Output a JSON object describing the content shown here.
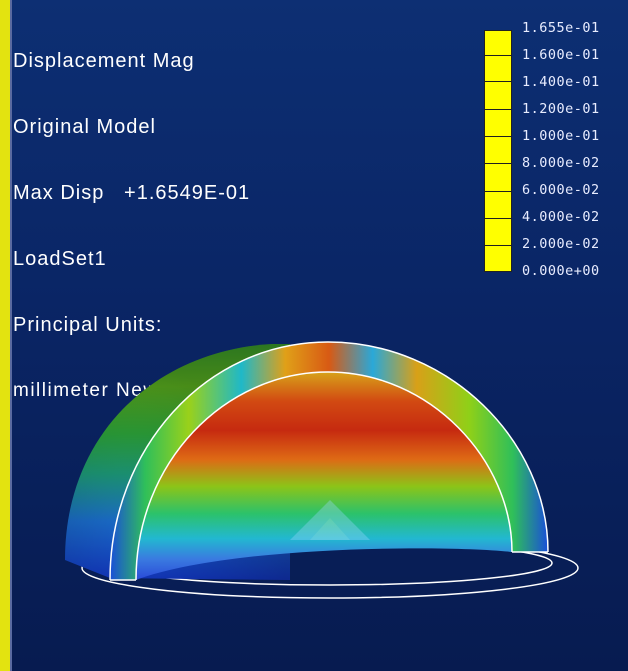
{
  "info": {
    "result_type": "Displacement Mag",
    "model": "Original Model",
    "max_disp": "Max Disp   +1.6549E-01",
    "load_set": "LoadSet1",
    "units_heading": "Principal Units:",
    "units": "millimeter Newton Second (mmNs)"
  },
  "legend": {
    "labels": [
      "1.655e-01",
      "1.600e-01",
      "1.400e-01",
      "1.200e-01",
      "1.000e-01",
      "8.000e-02",
      "6.000e-02",
      "4.000e-02",
      "2.000e-02",
      "0.000e+00"
    ],
    "fill_color": "#ffff00"
  },
  "colors": {
    "background": "#0a2565",
    "frame_accent": "#e3e310",
    "outline": "#ffffff"
  }
}
